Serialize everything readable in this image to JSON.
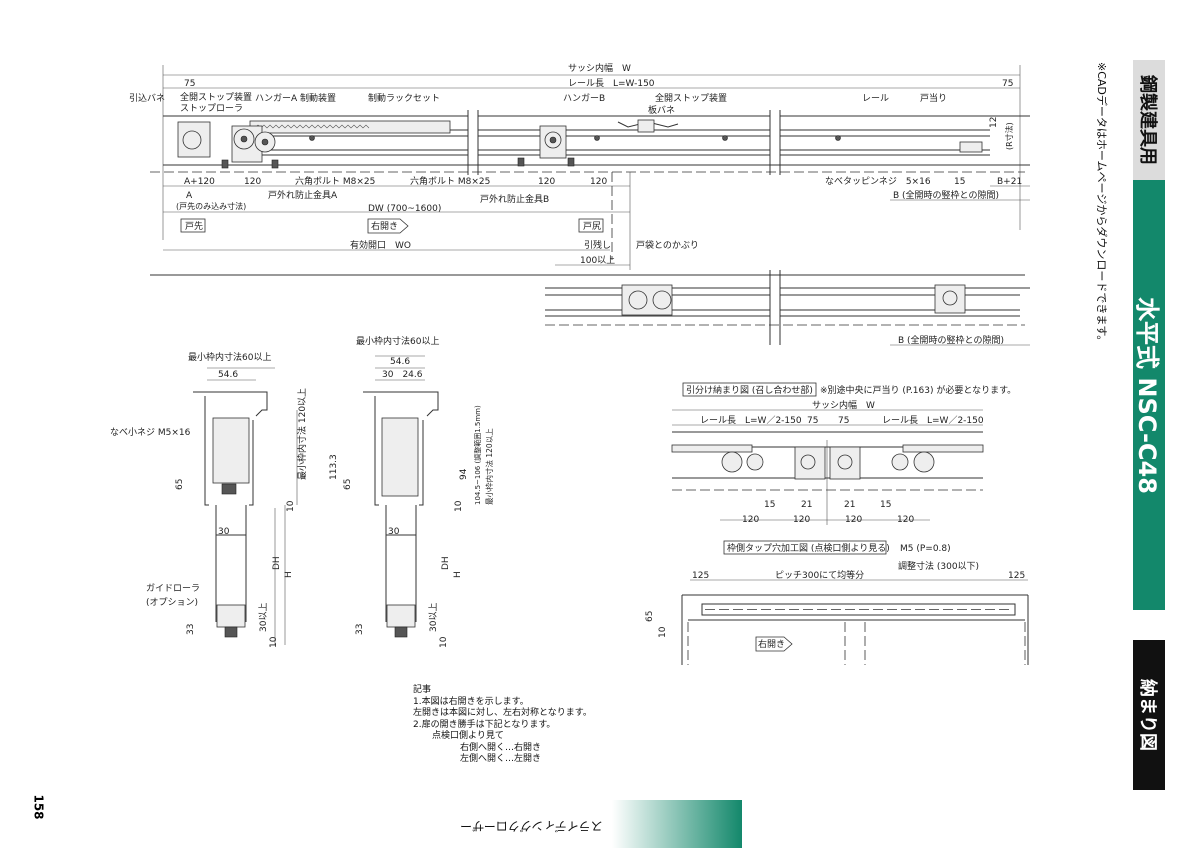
{
  "side_tabs": {
    "category": "鋼製建具用",
    "product": "水平式 NSC-C48",
    "section": "納まり図"
  },
  "cad_note": "※CADデータはホームページからダウンロードできます。",
  "page_number": "158",
  "footer_title": "スライディングクローザー",
  "colors": {
    "brand_green": "#13886b",
    "tab_gray": "#dcdcdc",
    "tab_black": "#111111"
  },
  "top_view": {
    "sash_width": "サッシ内幅　W",
    "rail_length": "レール長　L=W-150",
    "dim_75_left": "75",
    "dim_75_right": "75",
    "labels": {
      "pull_spring": "引込バネ",
      "full_open_stop": "全開ストップ装置",
      "stop_roller": "ストップローラ",
      "hanger_a": "ハンガーA",
      "brake_device": "制動装置",
      "brake_rack_set": "制動ラックセット",
      "hanger_b": "ハンガーB",
      "full_open_stop_2": "全開ストップ装置",
      "leaf_spring": "板バネ",
      "rail": "レール",
      "door_stop": "戸当り",
      "hex_bolt_1": "六角ボルト M8×25",
      "hex_bolt_2": "六角ボルト M8×25",
      "anti_derail_a": "戸外れ防止金具A",
      "anti_derail_b": "戸外れ防止金具B",
      "tapping_screw": "なべタッピンネジ　5×16",
      "r_dim": "12",
      "r_dim_note": "(R寸法)"
    },
    "dims": {
      "a_plus_120": "A+120",
      "d120_1": "120",
      "d120_2": "120",
      "d120_3": "120",
      "a": "A",
      "a_note": "(戸先のみ込み寸法)",
      "dw": "DW (700~1600)",
      "d15": "15",
      "b_plus_21": "B+21",
      "b_note": "B (全開時の竪枠との隙間)",
      "door_tip": "戸先",
      "right_open": "右開き",
      "door_tail": "戸尻",
      "effective_opening": "有効開口　WO",
      "remaining": "引残し",
      "pocket_overlap": "戸袋とのかぶり",
      "min_100": "100以上"
    },
    "lower_b_note": "B (全開時の竪枠との隙間)"
  },
  "sections": {
    "left": {
      "min_frame": "最小枠内寸法60以上",
      "d54_6": "54.6",
      "screw": "なべ小ネジ M5×16",
      "d65": "65",
      "min_height": "最小枠内寸法 120以上",
      "d10a": "10",
      "d30": "30",
      "dh": "DH",
      "h": "H",
      "guide_roller": "ガイドローラ",
      "option": "(オプション)",
      "d33": "33",
      "d30min": "30以上",
      "d10b": "10"
    },
    "right": {
      "min_frame": "最小枠内寸法60以上",
      "d54_6": "54.6",
      "d30_24_6": "30　24.6",
      "d113_3": "113.3",
      "d65": "65",
      "d94": "94",
      "adjust": "104.5~106 (調整範囲1.5mm)",
      "min_height": "最小枠内寸法 120以上",
      "d10a": "10",
      "d30": "30",
      "dh": "DH",
      "h": "H",
      "d33": "33",
      "d30min": "30以上",
      "d10b": "10"
    }
  },
  "bi_parting": {
    "title": "引分け納まり図 (召し合わせ部)",
    "note": "※別途中央に戸当り (P.163) が必要となります。",
    "sash_width": "サッシ内幅　W",
    "rail_left": "レール長　L=W／2-150",
    "rail_right": "レール長　L=W／2-150",
    "d75_l": "75",
    "d75_r": "75",
    "d15_l": "15",
    "d21_l": "21",
    "d21_r": "21",
    "d15_r": "15",
    "d120": [
      "120",
      "120",
      "120",
      "120"
    ]
  },
  "tap_hole": {
    "title": "枠側タップ穴加工図 (点検口側より見る)",
    "spec": "M5 (P=0.8)",
    "adjust": "調整寸法 (300以下)",
    "d125_l": "125",
    "pitch": "ピッチ300にて均等分",
    "d125_r": "125",
    "d65": "65",
    "d10": "10",
    "right_open": "右開き"
  },
  "notes": {
    "title": "記事",
    "lines": [
      "1.本図は右開きを示します。",
      "左開きは本図に対し、左右対称となります。",
      "2.扉の開き勝手は下記となります。",
      "　点検口側より見て",
      "　　　右側へ開く…右開き",
      "　　　左側へ開く…左開き"
    ]
  }
}
